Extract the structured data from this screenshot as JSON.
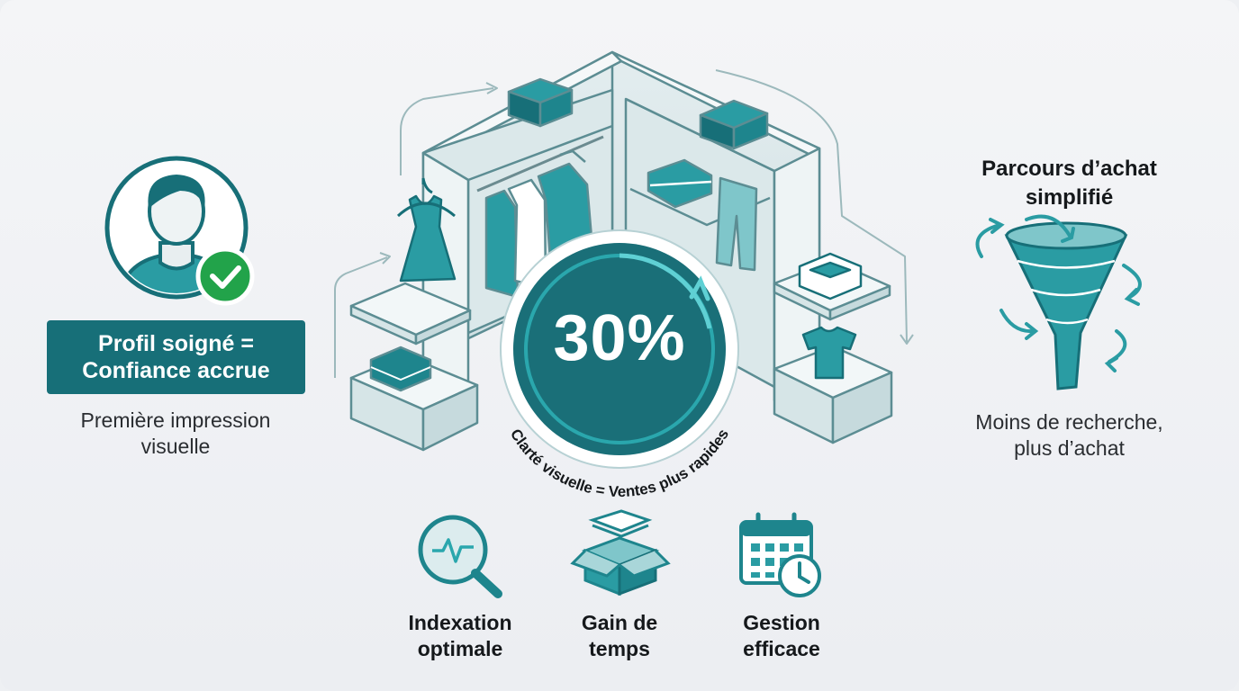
{
  "profile": {
    "badge_line1": "Profil soigné =",
    "badge_line2": "Confiance accrue",
    "subtitle_line1": "Première impression",
    "subtitle_line2": "visuelle",
    "icon": "user-check-icon"
  },
  "center": {
    "percent": "30%",
    "arc_caption": "Clarté visuelle = Ventes plus rapides"
  },
  "journey": {
    "title_line1": "Parcours d’achat",
    "title_line2": "simplifié",
    "subtitle_line1": "Moins de recherche,",
    "subtitle_line2": "plus d’achat",
    "icon": "funnel-icon"
  },
  "features": [
    {
      "line1": "Indexation",
      "line2": "optimale",
      "icon": "search-pulse-icon"
    },
    {
      "line1": "Gain de",
      "line2": "temps",
      "icon": "box-icon"
    },
    {
      "line1": "Gestion",
      "line2": "efficace",
      "icon": "calendar-clock-icon"
    }
  ],
  "colors": {
    "teal_dark": "#176f78",
    "teal": "#2a9ca3",
    "teal_light": "#cfe4e6",
    "green_check": "#22a34a"
  }
}
